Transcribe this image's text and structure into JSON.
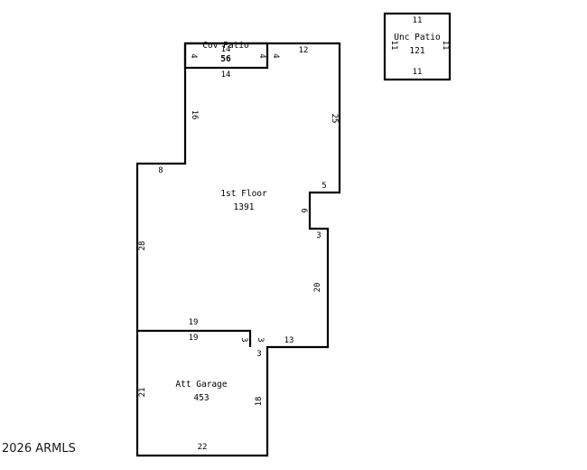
{
  "watermark": "2026 ARMLS",
  "rooms": {
    "unc_patio": {
      "name": "Unc Patio",
      "area": "121",
      "dim_top": "11",
      "dim_bottom": "11",
      "dim_left": "11",
      "dim_right": "11"
    },
    "cov_patio": {
      "name": "Cov Patio",
      "area": "56",
      "dim_top": "14",
      "dim_bottom": "14",
      "dim_left": "4",
      "dim_right": "4"
    },
    "first_floor": {
      "name": "1st Floor",
      "area": "1391",
      "dims": {
        "top_right": "12",
        "right_upper": "25",
        "step_top": "5",
        "step_side": "6",
        "step_bottom": "3",
        "right_lower": "20",
        "bottom_step_side": "3",
        "bottom_right": "13",
        "left_upper": "16",
        "left_step": "8",
        "left_lower": "28",
        "bottom_left": "19",
        "left_of_cov": "4"
      }
    },
    "att_garage": {
      "name": "Att Garage",
      "area": "453",
      "dim_top": "19",
      "dim_top_step": "3",
      "dim_step_bottom": "3",
      "dim_left": "21",
      "dim_right": "18",
      "dim_bottom": "22"
    }
  }
}
